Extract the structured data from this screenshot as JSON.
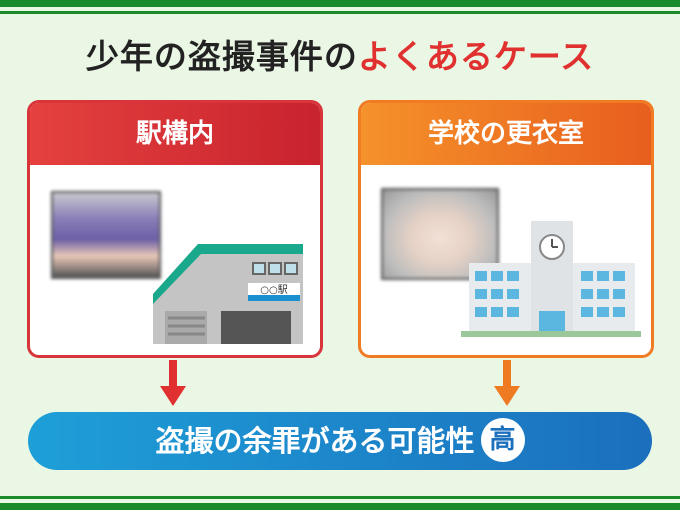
{
  "title": {
    "part1": "少年の盗撮事件の",
    "part2": "よくあるケース"
  },
  "cards": [
    {
      "label": "駅構内",
      "sign": "○○駅",
      "color": "#d8353b"
    },
    {
      "label": "学校の更衣室",
      "color": "#f07b22"
    }
  ],
  "result": {
    "text": "盗撮の余罪がある可能性",
    "badge": "高"
  }
}
